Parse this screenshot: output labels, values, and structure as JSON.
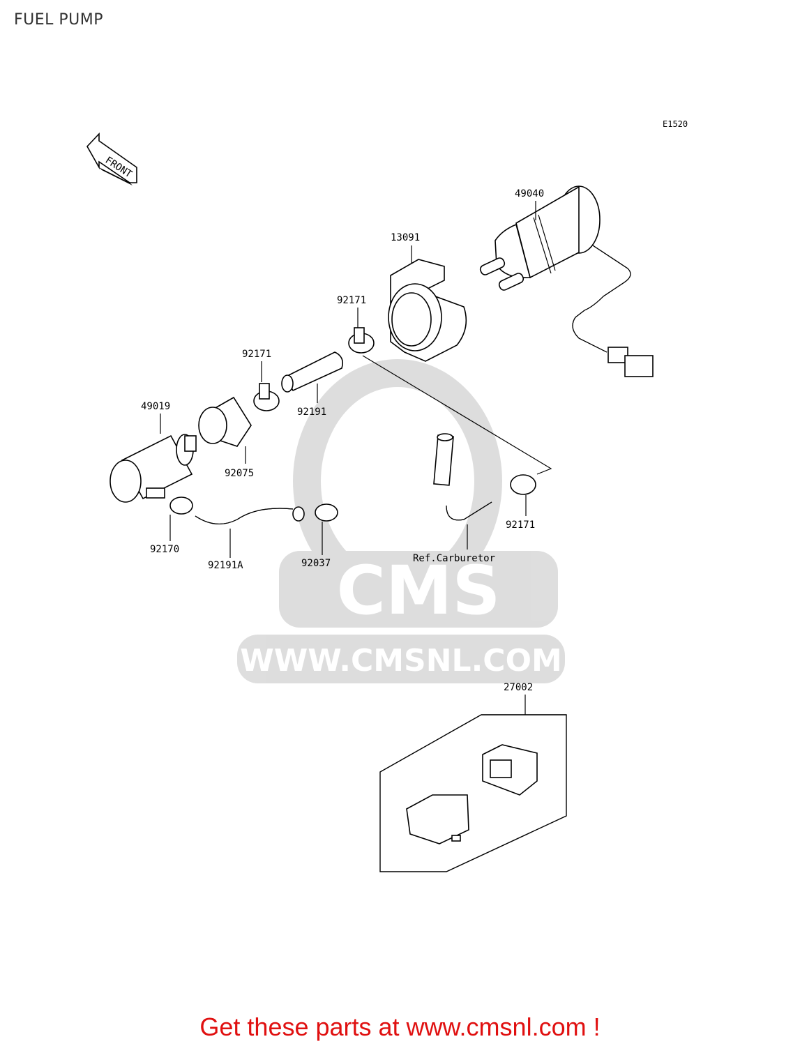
{
  "title": "FUEL PUMP",
  "diagram_code": "E1520",
  "front_label": "FRONT",
  "watermark": {
    "logo": "CMS",
    "url": "WWW.CMSNL.COM"
  },
  "callouts": {
    "p49040": "49040",
    "p13091": "13091",
    "p92171_top": "92171",
    "p92171_mid": "92171",
    "p92191": "92191",
    "p49019": "49019",
    "p92075": "92075",
    "p92170": "92170",
    "p92191A": "92191A",
    "p92037": "92037",
    "ref_carb": "Ref.Carburetor",
    "p92171_right": "92171",
    "p27002": "27002"
  },
  "footer": "Get these parts at www.cmsnl.com !"
}
